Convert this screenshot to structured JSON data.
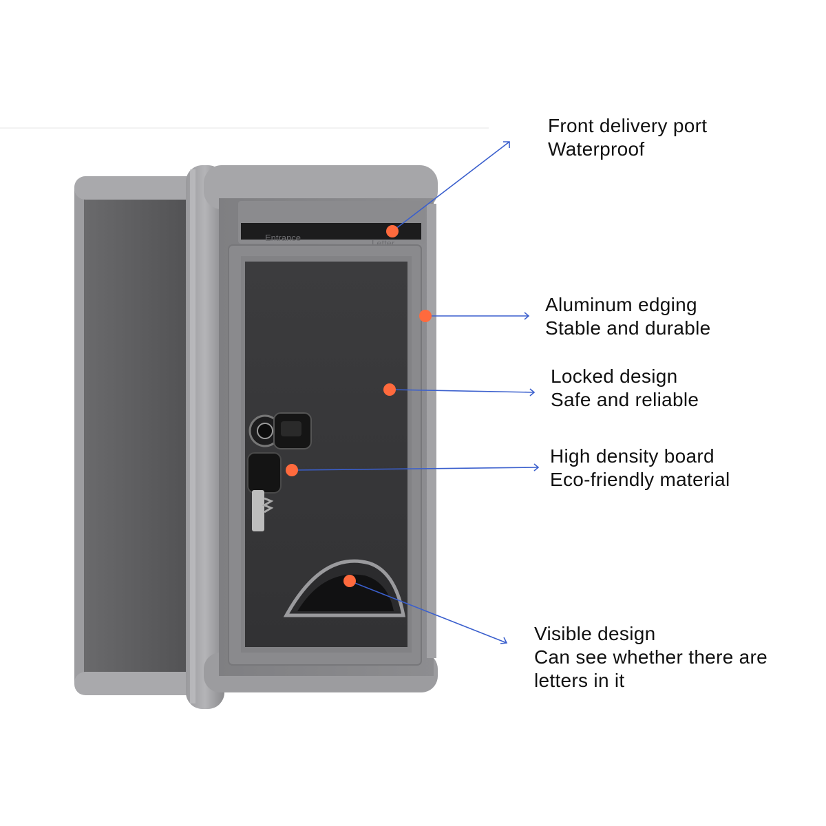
{
  "colors": {
    "background": "#ffffff",
    "leader_line": "#3a5fcd",
    "marker_dot": "#ff6a3d",
    "box_frame": "#8f8f92",
    "box_panel": "#3a3a3c",
    "text": "#111111"
  },
  "product": {
    "name": "wall-mounted mailbox",
    "slot_embossing": [
      "Entrance",
      "Letter"
    ]
  },
  "callouts": [
    {
      "id": "delivery-port",
      "title": "Front delivery port",
      "detail": "Waterproof"
    },
    {
      "id": "aluminum-edging",
      "title": "Aluminum edging",
      "detail": "Stable and durable"
    },
    {
      "id": "locked-design",
      "title": "Locked design",
      "detail": "Safe and reliable"
    },
    {
      "id": "high-density-board",
      "title": "High density board",
      "detail": "Eco-friendly material"
    },
    {
      "id": "visible-design",
      "title": "Visible design",
      "detail": "Can see whether there are",
      "detail2": "letters in it"
    }
  ]
}
